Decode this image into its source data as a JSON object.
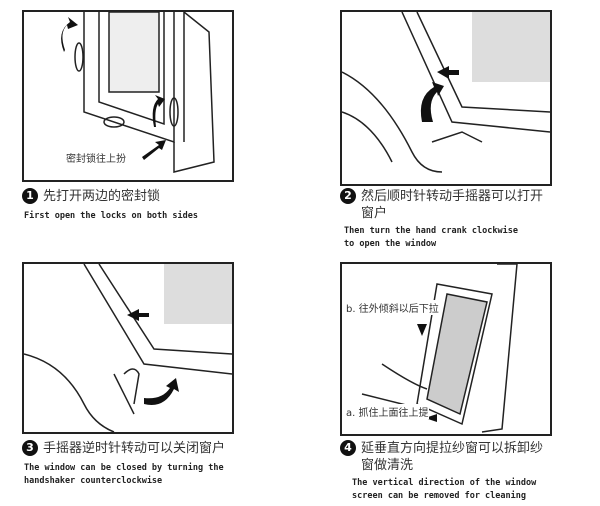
{
  "steps": [
    {
      "number": "1",
      "title_cn": "先打开两边的密封锁",
      "desc_en": "First open the locks on both sides",
      "label": "密封锁往上扮"
    },
    {
      "number": "2",
      "title_cn": "然后顺时针转动手摇器可以打开",
      "title_cn2": "窗户",
      "desc_en": "Then turn the hand crank clockwise",
      "desc_en2": "to open the window"
    },
    {
      "number": "3",
      "title_cn": "手摇器逆时针转动可以关闭窗户",
      "desc_en": "The window can be closed by turning the",
      "desc_en2": "handshaker counterclockwise"
    },
    {
      "number": "4",
      "title_cn": "延垂直方向提拉纱窗可以拆卸纱",
      "title_cn2": "窗做清洗",
      "desc_en": "The vertical direction of the window",
      "desc_en2": "screen can be removed for cleaning",
      "label_b": "b. 往外倾斜以后下拉",
      "label_a": "a. 抓住上面往上提"
    }
  ]
}
